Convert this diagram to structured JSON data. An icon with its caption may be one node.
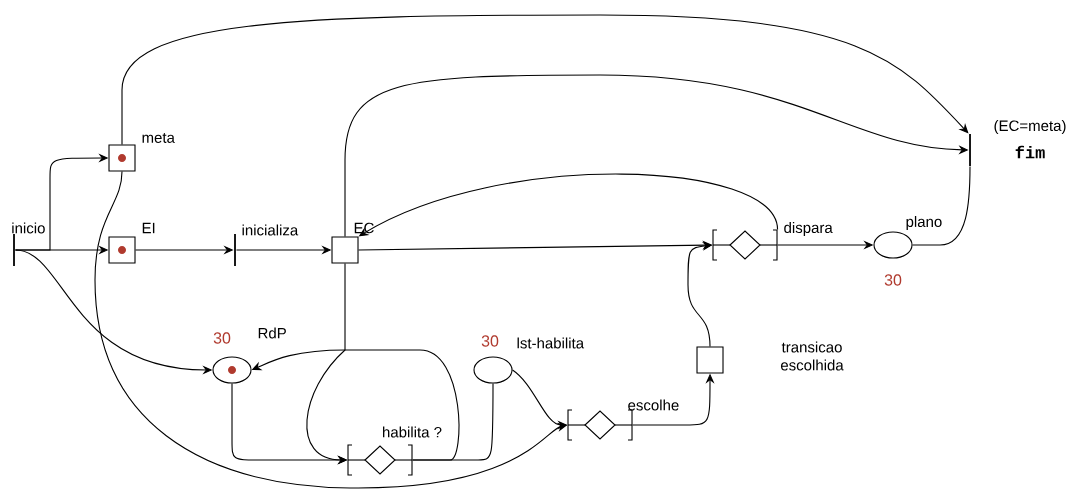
{
  "diagram": {
    "nodes": [
      {
        "text": [
          "inicio"
        ]
      },
      {
        "text": [
          "meta"
        ]
      },
      {
        "text": [
          "EI"
        ]
      },
      {
        "text": [
          "inicializa"
        ]
      },
      {
        "text": [
          "EC"
        ]
      },
      {
        "text": [
          "dispara"
        ]
      },
      {
        "text": [
          "plano"
        ],
        "beside": [
          "30"
        ]
      },
      {
        "text": [
          "(EC=meta)",
          "fim"
        ]
      },
      {
        "text": [
          "RdP"
        ],
        "beside": [
          "30"
        ]
      },
      {
        "text": [
          "habilita ?"
        ]
      },
      {
        "text": [
          "lst-habilita"
        ],
        "beside": [
          "30"
        ]
      },
      {
        "text": [
          "escolhe"
        ]
      },
      {
        "text": [
          "transicao escolhida"
        ]
      }
    ],
    "edges": [
      {
        "from": 0,
        "to": 1,
        "arrow": "to"
      },
      {
        "from": 0,
        "to": 2,
        "arrow": "to"
      },
      {
        "from": 0,
        "to": 8,
        "arrow": "to"
      },
      {
        "from": 1,
        "to": 7,
        "arrow": "to"
      },
      {
        "from": 1,
        "to": 11,
        "arrow": "to"
      },
      {
        "from": 2,
        "to": 3,
        "arrow": "to"
      },
      {
        "from": 3,
        "to": 4,
        "arrow": "to"
      },
      {
        "from": 4,
        "to": 5,
        "arrow": "to"
      },
      {
        "from": 5,
        "to": 4,
        "arrow": "to"
      },
      {
        "from": 4,
        "to": 7,
        "arrow": "to"
      },
      {
        "from": 4,
        "to": 9,
        "arrow": "to"
      },
      {
        "from": 9,
        "to": 8,
        "arrow": "to"
      },
      {
        "from": 8,
        "to": 9,
        "arrow": "to"
      },
      {
        "from": 9,
        "to": 10,
        "arrow": "none"
      },
      {
        "from": 10,
        "to": 11,
        "arrow": "to"
      },
      {
        "from": 11,
        "to": 12,
        "arrow": "to"
      },
      {
        "from": 12,
        "to": 5,
        "arrow": "to"
      },
      {
        "from": 5,
        "to": 6,
        "arrow": "to"
      },
      {
        "from": 6,
        "to": 7,
        "arrow": "none"
      }
    ]
  }
}
